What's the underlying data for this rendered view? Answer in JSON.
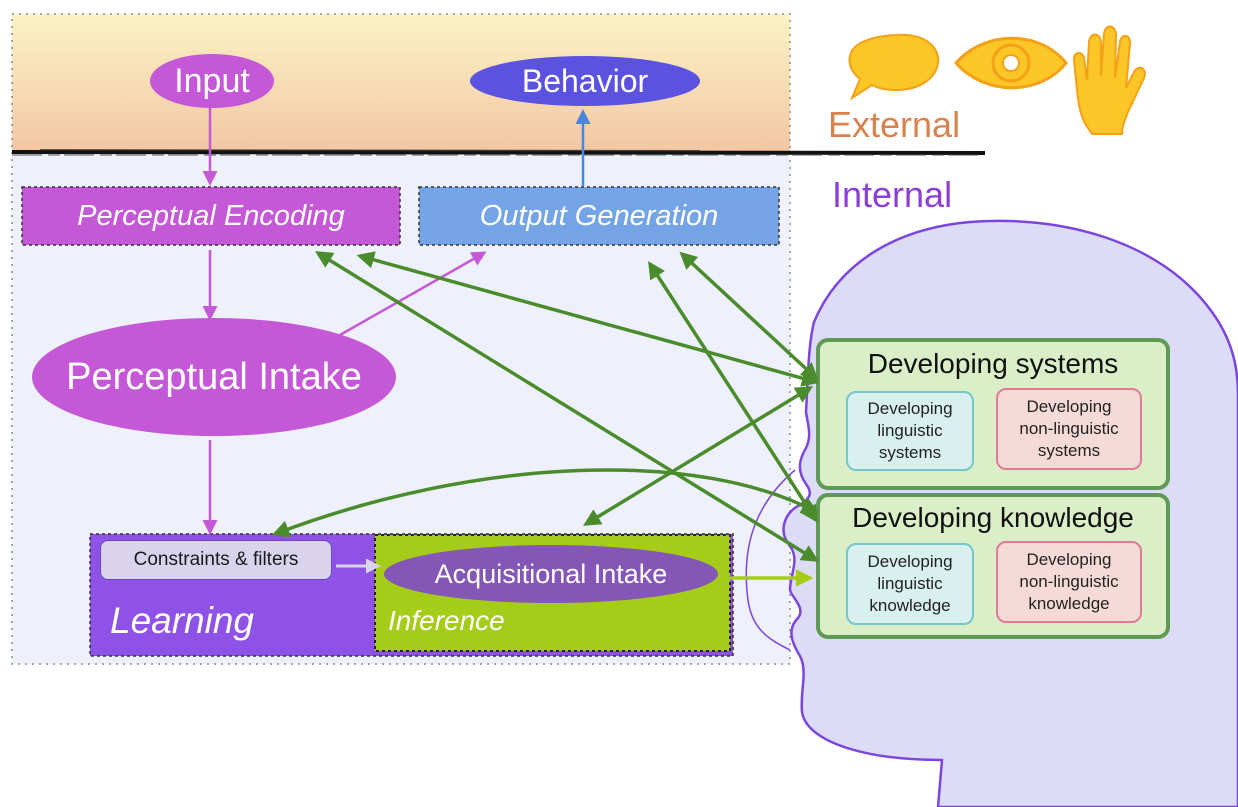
{
  "external": {
    "input": "Input",
    "behavior": "Behavior",
    "label": "External"
  },
  "internal": {
    "label": "Internal",
    "perceptual_encoding": "Perceptual Encoding",
    "output_generation": "Output Generation",
    "perceptual_intake": "Perceptual Intake",
    "constraints_filters": "Constraints & filters",
    "acquisitional_intake": "Acquisitional Intake",
    "learning": "Learning",
    "inference": "Inference"
  },
  "developing_systems": {
    "title": "Developing systems",
    "linguistic": "Developing\nlinguistic\nsystems",
    "non_linguistic": "Developing\nnon-linguistic\nsystems"
  },
  "developing_knowledge": {
    "title": "Developing knowledge",
    "linguistic": "Developing\nlinguistic\nknowledge",
    "non_linguistic": "Developing\nnon-linguistic\nknowledge"
  },
  "icons": [
    "speech-bubble-icon",
    "eye-icon",
    "hand-icon"
  ],
  "colors": {
    "magenta": "#c458d6",
    "blue_oval": "#5b52e0",
    "blue_box": "#74a4e6",
    "purple_box": "#8f52e6",
    "green_box": "#a6cc1a",
    "dark_oval": "#8456b6",
    "green_arrow": "#4a8c2c",
    "system_fill": "#daefc8",
    "system_border": "#5e9a54",
    "external_text": "#d9824e",
    "internal_text": "#8b3fd6",
    "head_fill": "#dcdcf7",
    "head_stroke": "#7c45e0"
  }
}
